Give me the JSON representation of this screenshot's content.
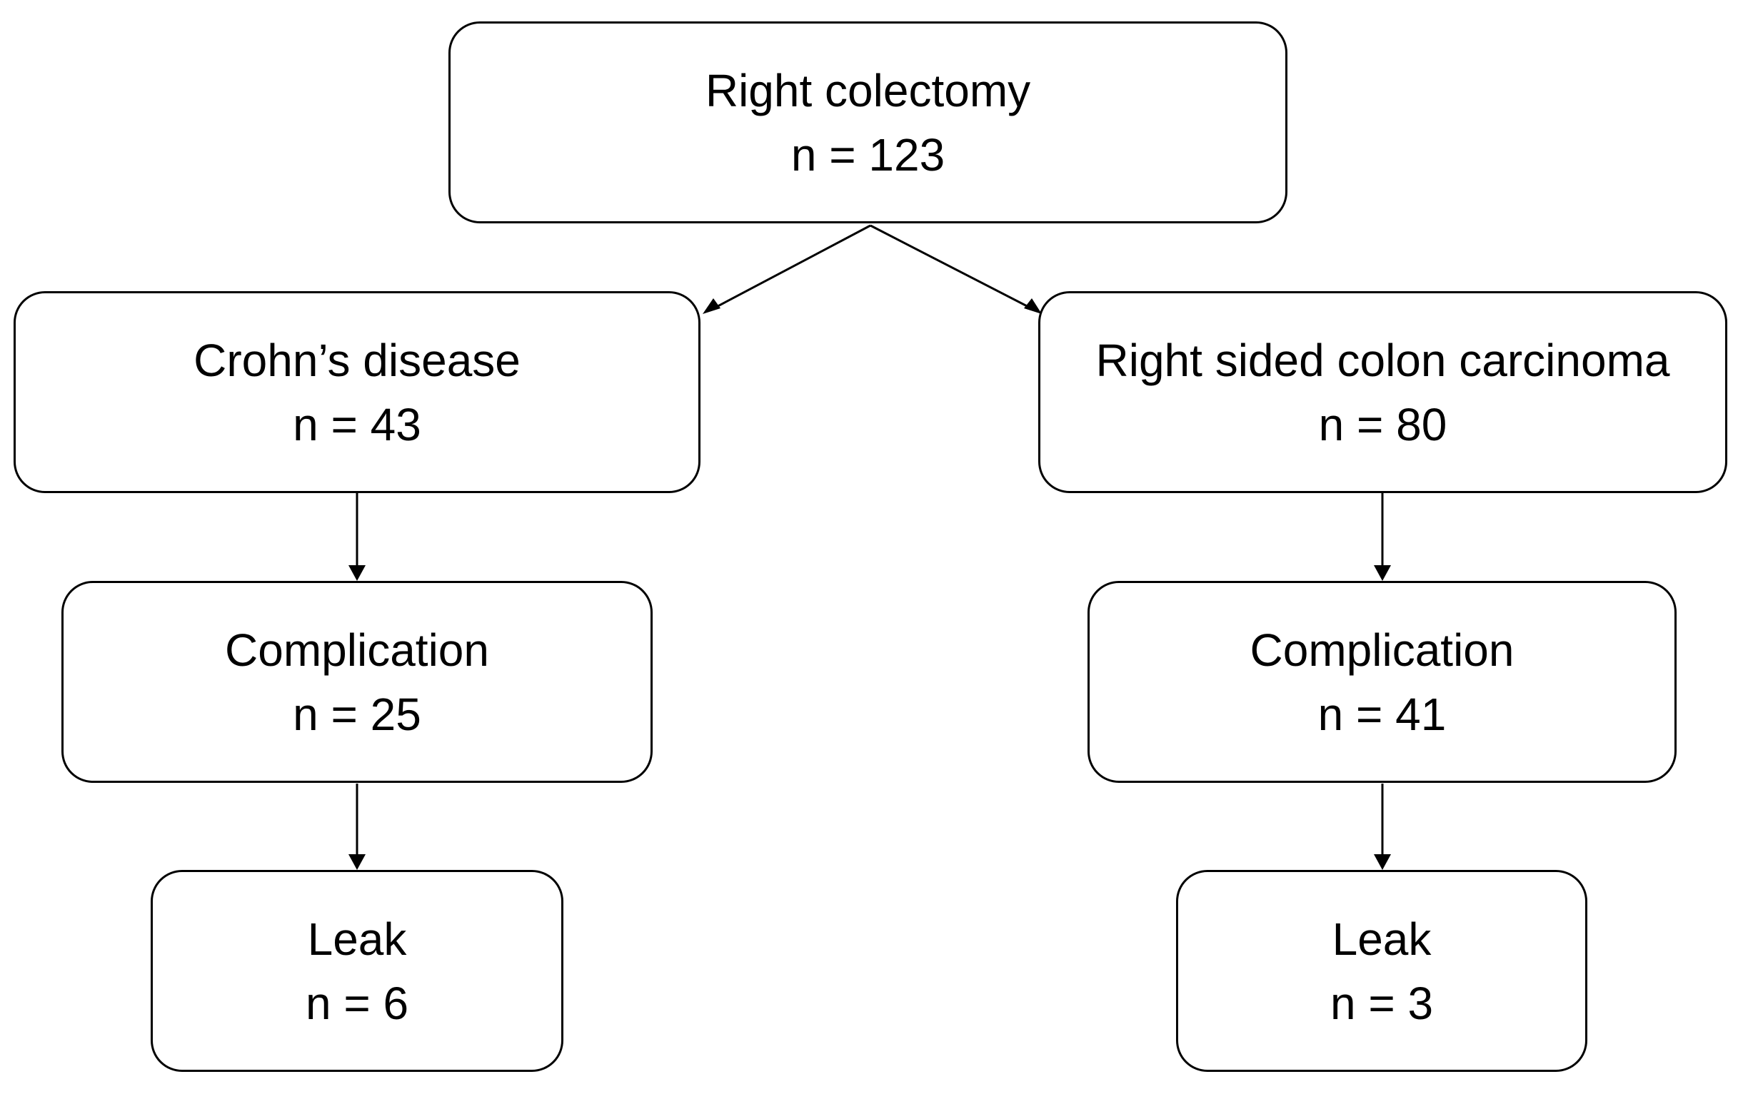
{
  "flowchart": {
    "root": {
      "label": "Right colectomy",
      "count": "n = 123"
    },
    "branches": [
      {
        "group": {
          "label": "Crohn’s disease",
          "count": "n = 43"
        },
        "complication": {
          "label": "Complication",
          "count": "n = 25"
        },
        "leak": {
          "label": "Leak",
          "count": "n = 6"
        }
      },
      {
        "group": {
          "label": "Right sided colon carcinoma",
          "count": "n = 80"
        },
        "complication": {
          "label": "Complication",
          "count": "n = 41"
        },
        "leak": {
          "label": "Leak",
          "count": "n = 3"
        }
      }
    ],
    "colors": {
      "stroke": "#000000",
      "background": "#ffffff"
    }
  }
}
